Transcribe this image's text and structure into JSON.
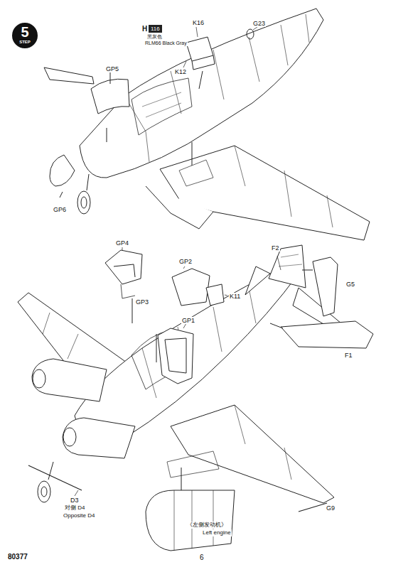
{
  "diagram": {
    "nodes": [
      {
        "text": [
          "5",
          "STEP"
        ]
      },
      {
        "text": [
          "116"
        ]
      }
    ],
    "labels": [
      "H",
      "黑灰色",
      "RLM66 Black Gray",
      "K16",
      "G23",
      "K12",
      "GP5",
      "GP6",
      "GP4",
      "GP3",
      "GP2",
      "K11",
      "GP1",
      "F2",
      "G5",
      "F1",
      "D3",
      "对侧 D4",
      "Opposite D4",
      "《左侧发动机》",
      "Left engine",
      "G9",
      "80377",
      "6"
    ]
  }
}
